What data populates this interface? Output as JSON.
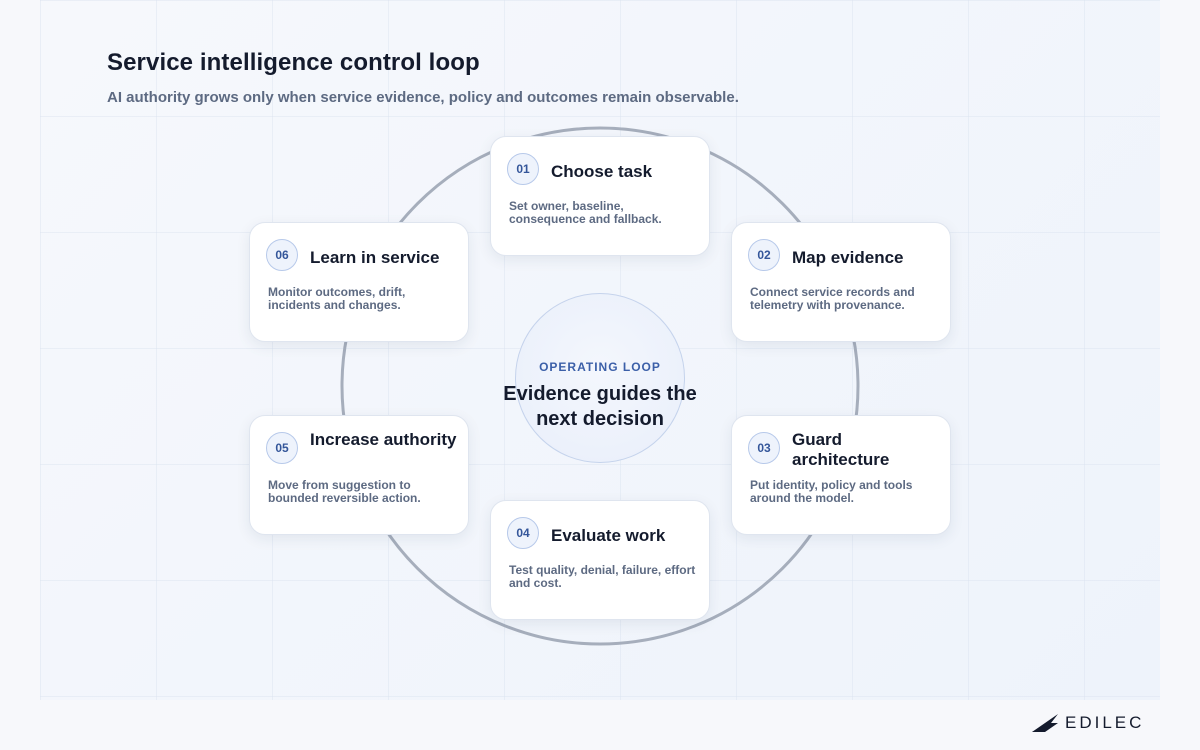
{
  "header": {
    "title": "Service intelligence control loop",
    "subtitle": "AI authority grows only when service evidence, policy and outcomes remain observable."
  },
  "center": {
    "eyebrow": "OPERATING LOOP",
    "headline": "Evidence guides the next decision"
  },
  "steps": [
    {
      "number": "01",
      "title": "Choose task",
      "description": "Set owner, baseline, consequence and fallback."
    },
    {
      "number": "02",
      "title": "Map evidence",
      "description": "Connect service records and telemetry with provenance."
    },
    {
      "number": "03",
      "title": "Guard architecture",
      "description": "Put identity, policy and tools around the model."
    },
    {
      "number": "04",
      "title": "Evaluate work",
      "description": "Test quality, denial, failure, effort and cost."
    },
    {
      "number": "05",
      "title": "Increase authority",
      "description": "Move from suggestion to bounded reversible action."
    },
    {
      "number": "06",
      "title": "Learn in service",
      "description": "Monitor outcomes, drift, incidents and changes."
    }
  ],
  "brand": {
    "name": "EDILEC"
  },
  "colors": {
    "accent": "#3b5fa8",
    "ring": "#a6aebc",
    "text": "#141b2d",
    "muted": "#5d6a82"
  }
}
